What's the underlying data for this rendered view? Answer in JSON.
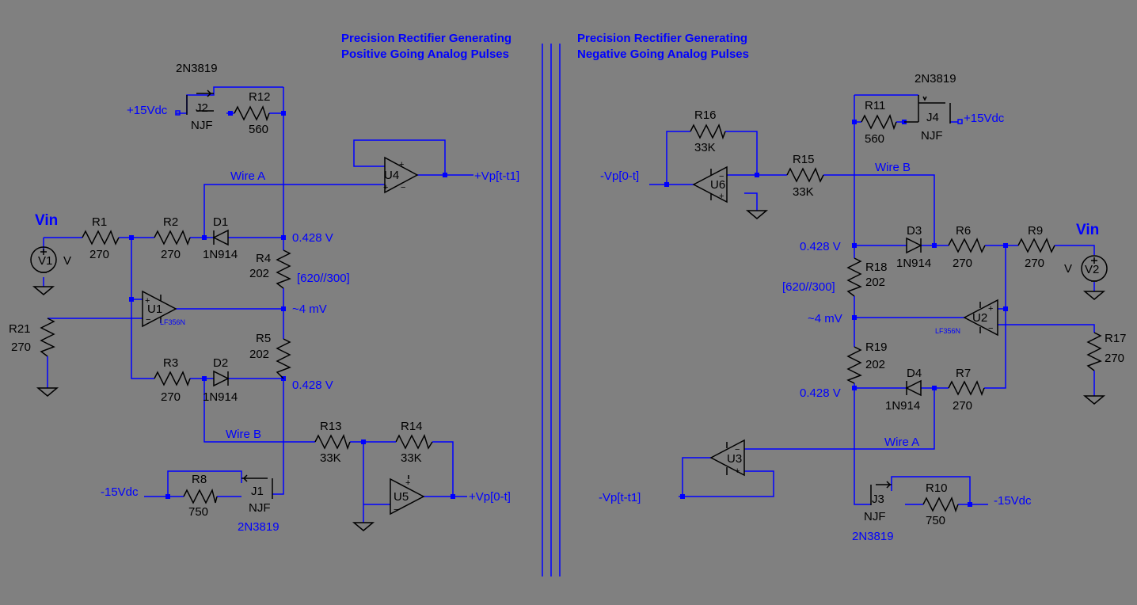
{
  "titles": {
    "left_1": "Precision Rectifier Generating",
    "left_2": "Positive Going Analog Pulses",
    "right_1": "Precision Rectifier Generating",
    "right_2": "Negative Going Analog Pulses"
  },
  "left": {
    "vin": "Vin",
    "v1": "V1",
    "v1_value": "V",
    "r1": "R1",
    "r1_value": "270",
    "r2": "R2",
    "r2_value": "270",
    "r3": "R3",
    "r3_value": "270",
    "r4": "R4",
    "r4_value": "202",
    "r5": "R5",
    "r5_value": "202",
    "r8": "R8",
    "r8_value": "750",
    "r12": "R12",
    "r12_value": "560",
    "r13": "R13",
    "r13_value": "33K",
    "r14": "R14",
    "r14_value": "33K",
    "r21": "R21",
    "r21_value": "270",
    "d1": "D1",
    "d1_value": "1N914",
    "d2": "D2",
    "d2_value": "1N914",
    "u1": "U1",
    "u1_model": "LF356N",
    "u4": "U4",
    "u5": "U5",
    "j1": "J1",
    "j1_type": "NJF",
    "j1_part": "2N3819",
    "j2": "J2",
    "j2_type": "NJF",
    "j2_part": "2N3819",
    "supply_pos": "+15Vdc",
    "supply_neg": "-15Vdc",
    "wire_a": "Wire A",
    "wire_b": "Wire B",
    "node_top": "0.428 V",
    "node_mid": "~4 mV",
    "node_bot": "0.428 V",
    "r4_note": "[620//300]",
    "out1": "+Vp[t-t1]",
    "out2": "+Vp[0-t]"
  },
  "right": {
    "vin": "Vin",
    "v2": "V2",
    "v2_value": "V",
    "r6": "R6",
    "r6_value": "270",
    "r7": "R7",
    "r7_value": "270",
    "r9": "R9",
    "r9_value": "270",
    "r10": "R10",
    "r10_value": "750",
    "r11": "R11",
    "r11_value": "560",
    "r15": "R15",
    "r15_value": "33K",
    "r16": "R16",
    "r16_value": "33K",
    "r17": "R17",
    "r17_value": "270",
    "r18": "R18",
    "r18_value": "202",
    "r19": "R19",
    "r19_value": "202",
    "d3": "D3",
    "d3_value": "1N914",
    "d4": "D4",
    "d4_value": "1N914",
    "u2": "U2",
    "u2_model": "LF356N",
    "u3": "U3",
    "u6": "U6",
    "j3": "J3",
    "j3_type": "NJF",
    "j3_part": "2N3819",
    "j4": "J4",
    "j4_type": "NJF",
    "j4_part": "2N3819",
    "supply_pos": "+15Vdc",
    "supply_neg": "-15Vdc",
    "wire_a": "Wire A",
    "wire_b": "Wire B",
    "node_top": "0.428 V",
    "node_mid": "~4 mV",
    "node_bot": "0.428 V",
    "r18_note": "[620//300]",
    "in1": "-Vp[0-t]",
    "in2": "-Vp[t-t1]"
  },
  "colors": {
    "background": "#808080",
    "wire": "#0000ff",
    "component": "#000000",
    "label_blue": "#0000ff"
  }
}
